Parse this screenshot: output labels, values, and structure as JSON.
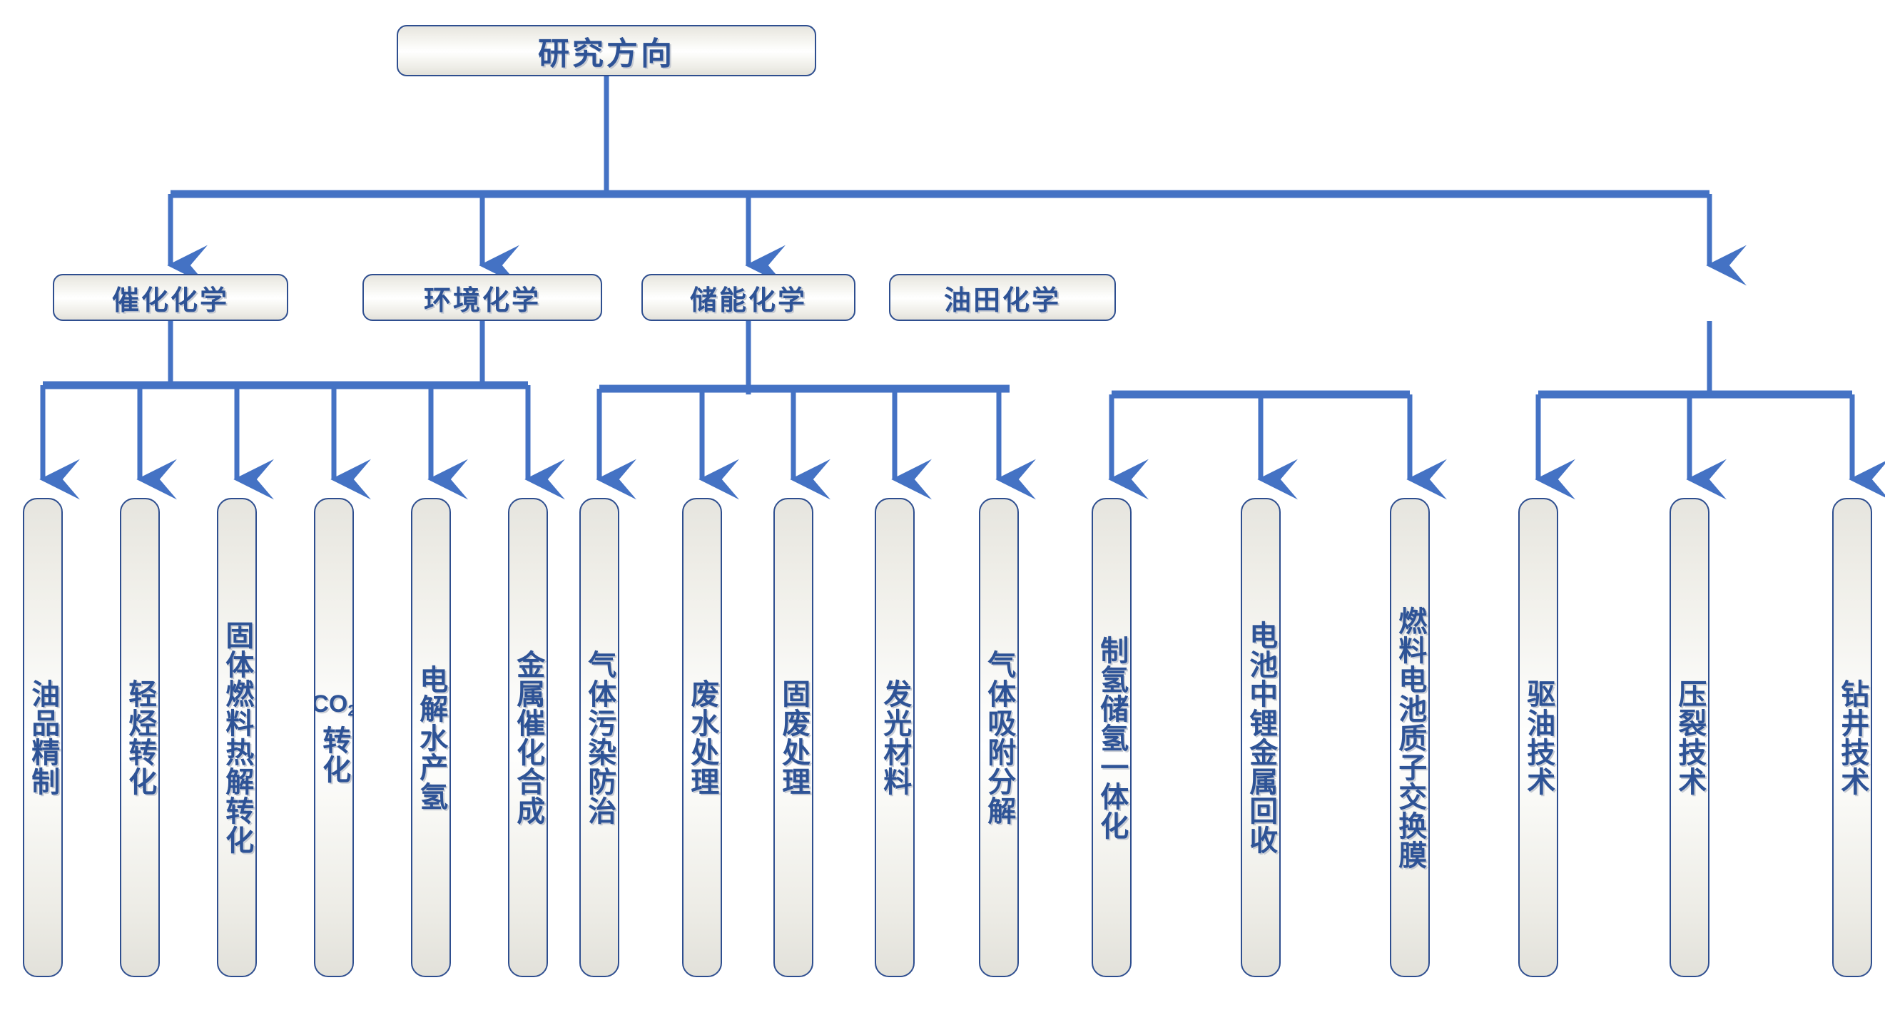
{
  "diagram": {
    "title": "研究方向",
    "colors": {
      "connector": "#4472C4",
      "box_border": "#2E4E8F",
      "text": "#2E5396",
      "box_fill_light": "#FFFFFF",
      "box_fill_dark": "#E2E1DA"
    },
    "categories": [
      {
        "label": "催化化学",
        "children": [
          {
            "label": "油品精制"
          },
          {
            "label": "轻烃转化"
          },
          {
            "label": "固体燃料热解转化"
          },
          {
            "label": "CO2 转化",
            "formula_head": "CO",
            "formula_sub": "2",
            "formula_tail": "转化"
          },
          {
            "label": "电解水产氢"
          },
          {
            "label": "金属催化合成"
          }
        ]
      },
      {
        "label": "环境化学",
        "children": [
          {
            "label": "气体污染防治"
          },
          {
            "label": "废水处理"
          },
          {
            "label": "固废处理"
          },
          {
            "label": "发光材料"
          },
          {
            "label": "气体吸附分解"
          }
        ]
      },
      {
        "label": "储能化学",
        "children": [
          {
            "label": "制氢储氢一体化"
          },
          {
            "label": "电池中锂金属回收"
          },
          {
            "label": "燃料电池质子交换膜"
          }
        ]
      },
      {
        "label": "油田化学",
        "children": [
          {
            "label": "驱油技术"
          },
          {
            "label": "压裂技术"
          },
          {
            "label": "钻井技术"
          }
        ]
      }
    ]
  }
}
